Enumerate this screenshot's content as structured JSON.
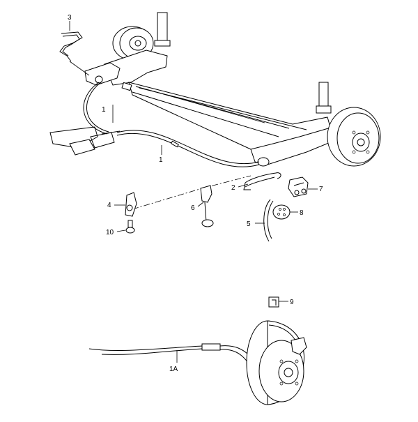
{
  "callouts": [
    {
      "id": "c1a",
      "text": "1"
    },
    {
      "id": "c1b",
      "text": "1"
    },
    {
      "id": "c2",
      "text": "2"
    },
    {
      "id": "c3",
      "text": "3"
    },
    {
      "id": "c4",
      "text": "4"
    },
    {
      "id": "c5",
      "text": "5"
    },
    {
      "id": "c6",
      "text": "6"
    },
    {
      "id": "c7",
      "text": "7"
    },
    {
      "id": "c8",
      "text": "8"
    },
    {
      "id": "c9",
      "text": "9"
    },
    {
      "id": "c10",
      "text": "10"
    },
    {
      "id": "c1A",
      "text": "1A"
    }
  ]
}
